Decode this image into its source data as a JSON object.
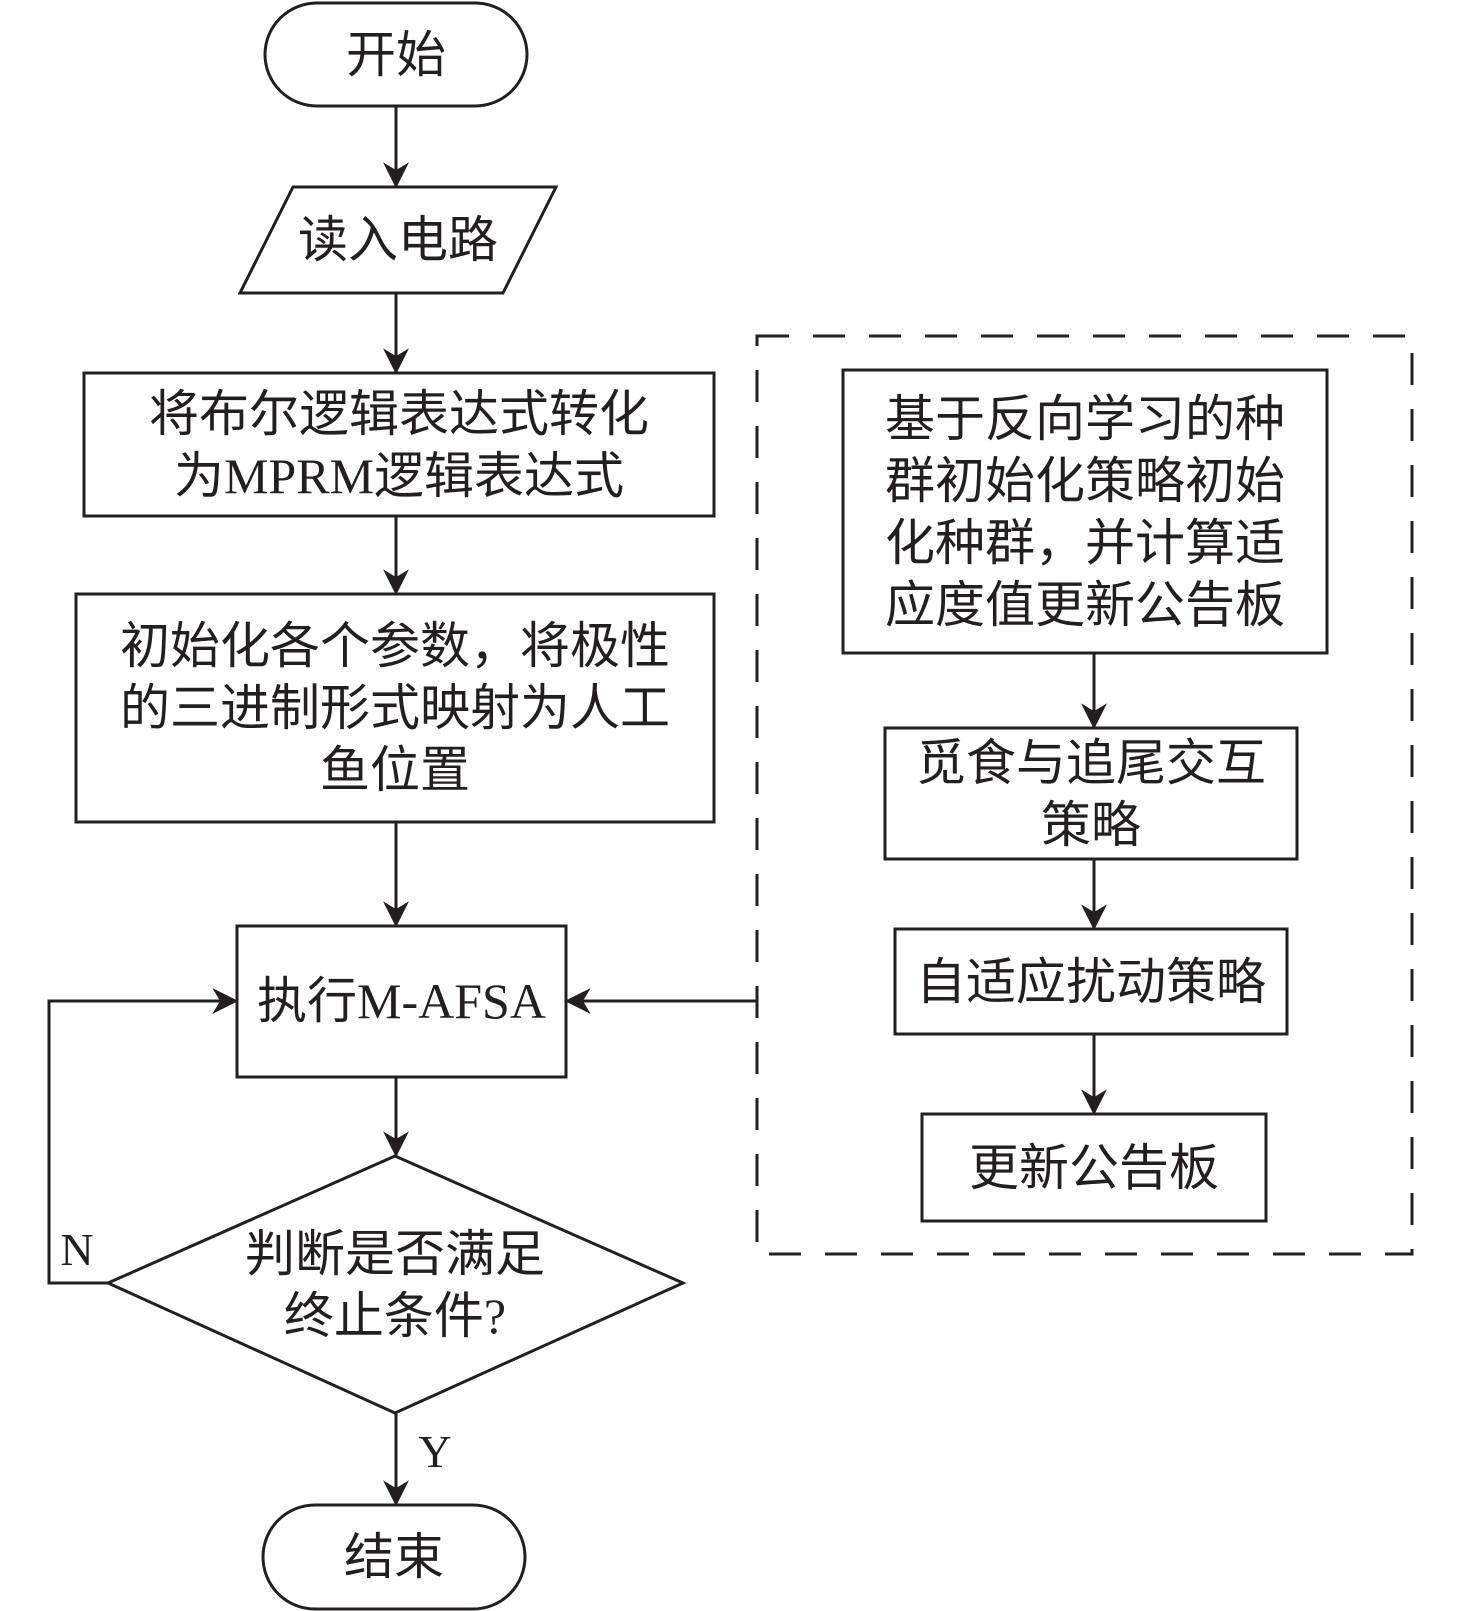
{
  "diagram": {
    "type": "flowchart",
    "nodes": {
      "start": "开始",
      "read_circuit": "读入电路",
      "convert": "将布尔逻辑表达式转化\n为MPRM逻辑表达式",
      "init": "初始化各个参数，将极性\n的三进制形式映射为人工\n鱼位置",
      "execute": "执行M-AFSA",
      "decision": "判断是否满足\n终止条件?",
      "end": "结束",
      "sub_init": "基于反向学习的种\n群初始化策略初始\n化种群，并计算适\n应度值更新公告板",
      "sub_forage": "觅食与追尾交互\n策略",
      "sub_perturb": "自适应扰动策略",
      "sub_update": "更新公告板"
    },
    "edge_labels": {
      "no": "N",
      "yes": "Y"
    },
    "edges": [
      [
        "start",
        "read_circuit"
      ],
      [
        "read_circuit",
        "convert"
      ],
      [
        "convert",
        "init"
      ],
      [
        "init",
        "execute"
      ],
      [
        "execute",
        "decision"
      ],
      [
        "decision",
        "end",
        "Y"
      ],
      [
        "decision",
        "execute",
        "N"
      ],
      [
        "sub_init",
        "sub_forage"
      ],
      [
        "sub_forage",
        "sub_perturb"
      ],
      [
        "sub_perturb",
        "sub_update"
      ],
      [
        "sub_group",
        "execute"
      ]
    ],
    "colors": {
      "stroke": "#231f20",
      "background": "#ffffff"
    }
  }
}
